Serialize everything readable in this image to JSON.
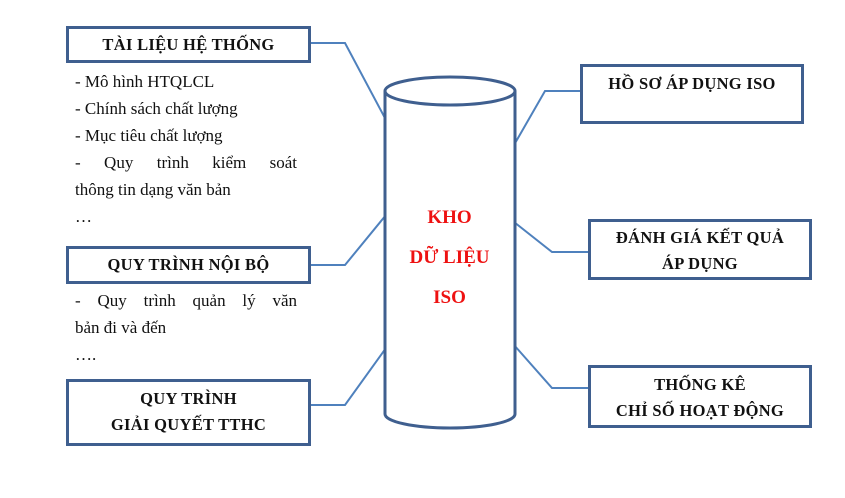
{
  "colors": {
    "border": "#3f5f8f",
    "line": "#4f81bd",
    "center_text": "#ee1111"
  },
  "center": {
    "lines": [
      "KHO",
      "DỮ LIỆU",
      "ISO"
    ]
  },
  "left": {
    "system_docs": {
      "title": "TÀI LIỆU HỆ THỐNG",
      "items": [
        "- Mô hình HTQLCL",
        "- Chính sách chất lượng",
        "- Mục tiêu chất lượng",
        "- Quy trình kiểm soát",
        "thông tin dạng văn bản",
        "…"
      ]
    },
    "internal_process": {
      "title": "QUY TRÌNH NỘI BỘ",
      "items": [
        "- Quy trình quản lý văn",
        "bản đi và đến",
        "…."
      ]
    },
    "admin_process": {
      "lines": [
        "QUY TRÌNH",
        "GIẢI QUYẾT TTHC"
      ]
    }
  },
  "right": {
    "iso_records": {
      "title": "HỒ SƠ ÁP DỤNG ISO"
    },
    "evaluation": {
      "lines": [
        "ĐÁNH GIÁ KẾT QUẢ",
        "ÁP DỤNG"
      ]
    },
    "statistics": {
      "lines": [
        "THỐNG KÊ",
        "CHỈ SỐ HOẠT ĐỘNG"
      ]
    }
  }
}
